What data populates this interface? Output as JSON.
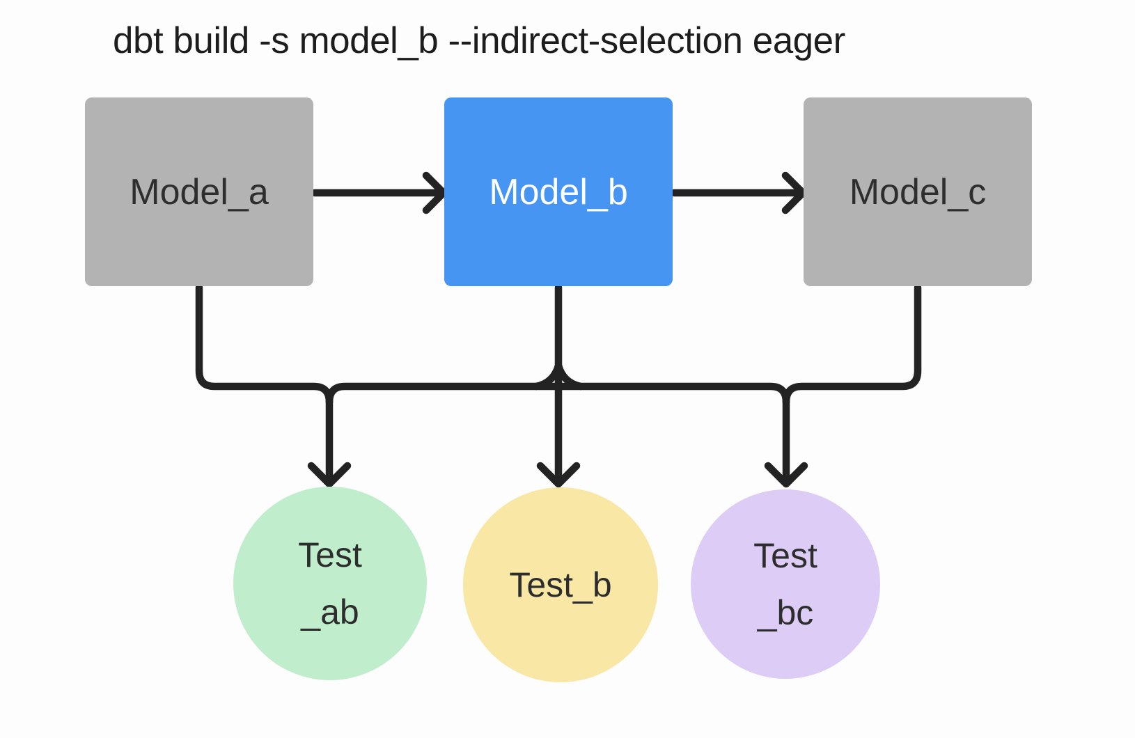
{
  "title": "dbt build -s model_b --indirect-selection eager",
  "colors": {
    "bg": "#fdfdfd",
    "edge": "#232323",
    "model-default-fill": "#b3b3b3",
    "model-selected-fill": "#4795f3",
    "model-default-text": "#2e2e2e",
    "model-selected-text": "#ffffff",
    "test-ab-fill": "#c0edcc",
    "test-b-fill": "#f9e7a6",
    "test-bc-fill": "#ddcdf6",
    "test-text": "#2d2d2d",
    "title-text": "#1d1d1d"
  },
  "diagram": {
    "models": [
      {
        "id": "model_a",
        "label": "Model_a",
        "selected": false
      },
      {
        "id": "model_b",
        "label": "Model_b",
        "selected": true
      },
      {
        "id": "model_c",
        "label": "Model_c",
        "selected": false
      }
    ],
    "tests": [
      {
        "id": "test_ab",
        "lines": [
          "Test",
          "_ab"
        ]
      },
      {
        "id": "test_b",
        "lines": [
          "Test_b"
        ]
      },
      {
        "id": "test_bc",
        "lines": [
          "Test",
          "_bc"
        ]
      }
    ]
  }
}
